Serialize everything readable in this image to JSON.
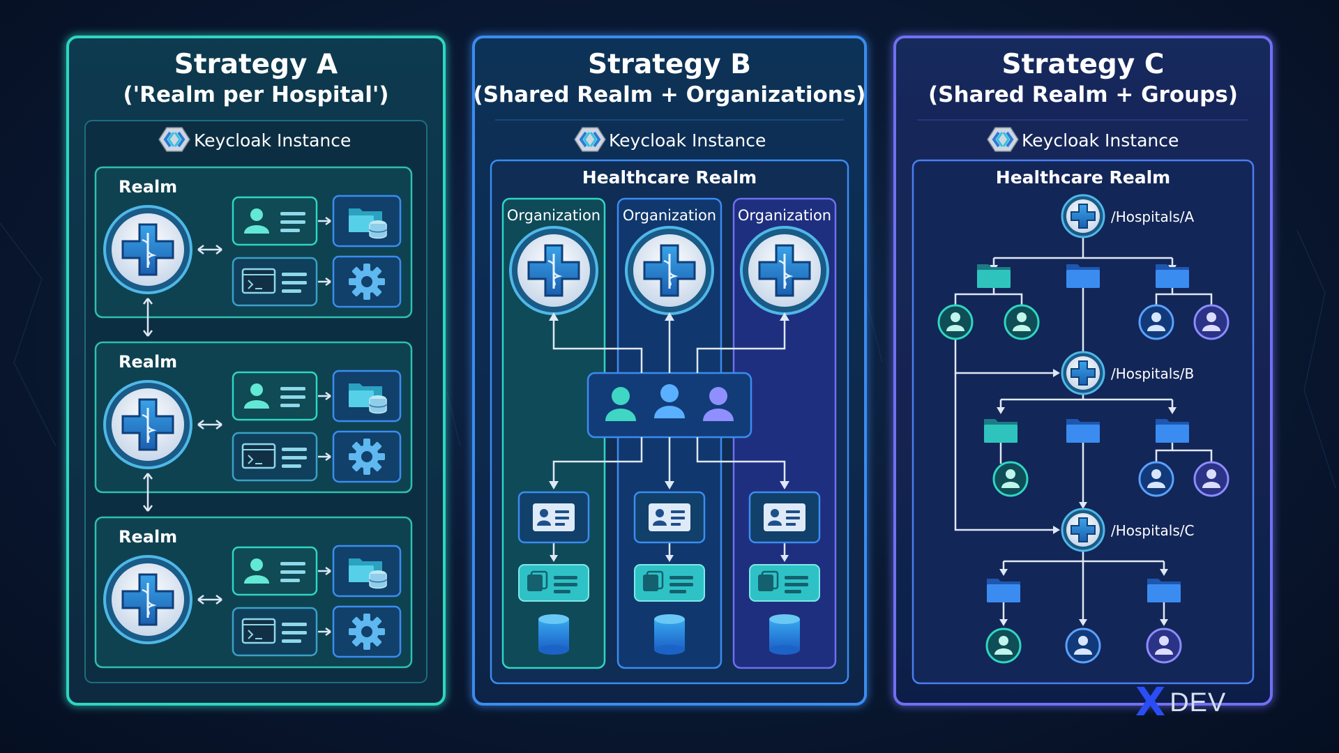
{
  "strategies": [
    {
      "title": "Strategy A",
      "subtitle": "('Realm per Hospital')",
      "instance": "Keycloak Instance"
    },
    {
      "title": "Strategy B",
      "subtitle": "(Shared Realm + Organizations)",
      "instance": "Keycloak Instance",
      "realm": "Healthcare Realm"
    },
    {
      "title": "Strategy C",
      "subtitle": "(Shared Realm + Groups)",
      "instance": "Keycloak Instance",
      "realm": "Healthcare Realm"
    }
  ],
  "strategyA": {
    "realms": [
      "Realm",
      "Realm",
      "Realm"
    ]
  },
  "strategyB": {
    "organizations": [
      "Organization",
      "Organization",
      "Organization"
    ]
  },
  "strategyC": {
    "groups": [
      "/Hospitals/A",
      "/Hospitals/B",
      "/Hospitals/C"
    ]
  },
  "watermark": {
    "mark": "X",
    "text": "DEV"
  },
  "colors": {
    "teal": "#2fd6c2",
    "blue": "#3b8cf0",
    "violet": "#6f6ff2",
    "panel_bg": "#0d2d48"
  }
}
